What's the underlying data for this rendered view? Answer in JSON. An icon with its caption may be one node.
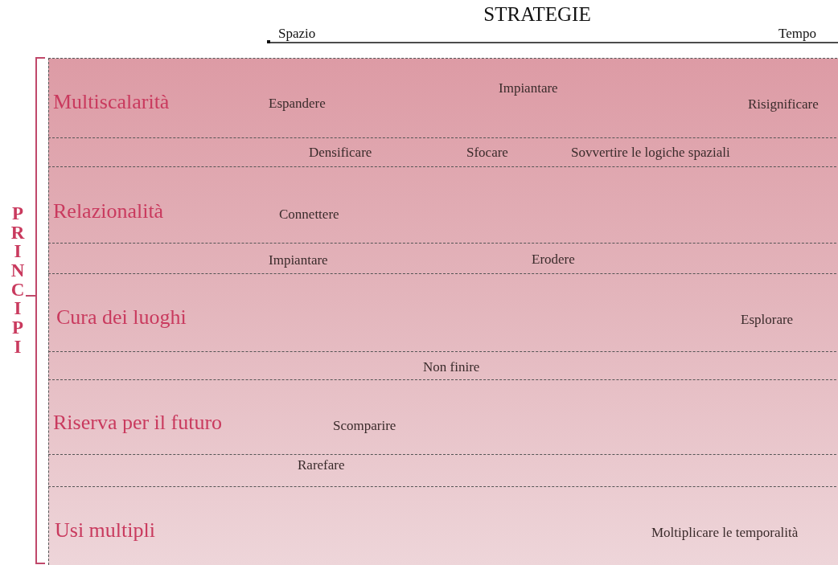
{
  "diagram": {
    "title": "STRATEGIE",
    "nodes": [
      {
        "text": [
          "Multiscalarità",
          "Espandere",
          "Impiantare",
          "Risignificare"
        ]
      },
      {
        "text": [
          "Densificare",
          "Sfocare",
          "Sovvertire le logiche spaziali"
        ]
      },
      {
        "text": [
          "Relazionalità",
          "Connettere"
        ]
      },
      {
        "text": [
          "Impiantare",
          "Erodere"
        ]
      },
      {
        "text": [
          "Cura dei luoghi",
          "Esplorare"
        ]
      },
      {
        "text": [
          "Non finire"
        ]
      },
      {
        "text": [
          "Riserva per il futuro",
          "Scomparire"
        ]
      },
      {
        "text": [
          "Rarefare"
        ]
      },
      {
        "text": [
          "Usi multipli",
          "Moltiplicare le temporalità"
        ]
      }
    ],
    "labels": [
      "Spazio",
      "Tempo",
      "PRINCIPI"
    ]
  }
}
